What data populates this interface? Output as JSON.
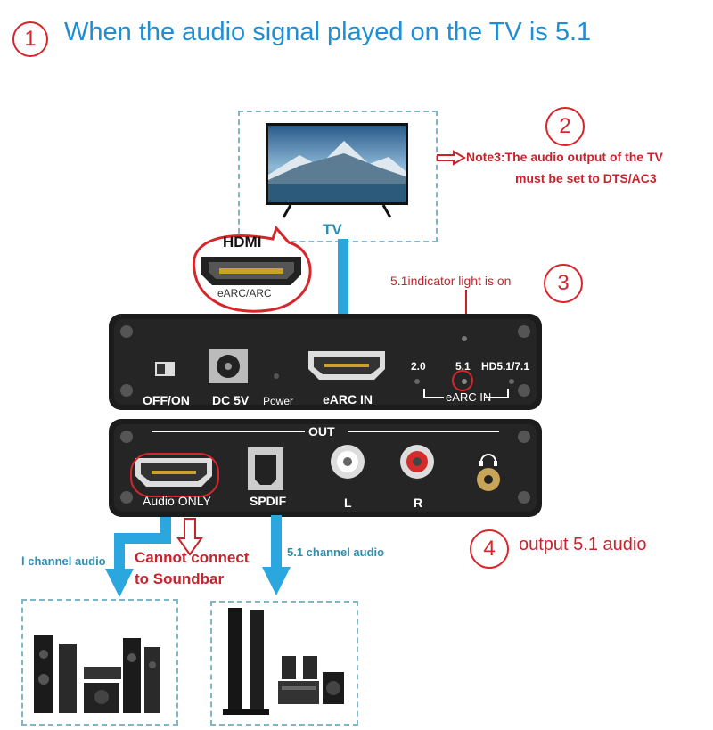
{
  "step1": {
    "num": "1",
    "text": "When the audio signal played on the TV is 5.1"
  },
  "step2": {
    "num": "2",
    "note_line1": "Note3:The audio output of the TV",
    "note_line2": "must be set to DTS/AC3"
  },
  "step3": {
    "num": "3",
    "text": "5.1indicator light is on"
  },
  "step4": {
    "num": "4",
    "text": "output 5.1 audio"
  },
  "tv": {
    "label": "TV"
  },
  "hdmi_badge": {
    "top": "HDMI",
    "bottom": "eARC/ARC"
  },
  "top_panel": {
    "switch_label": "OFF/ON",
    "power_in_label": "DC 5V",
    "power_led_label": "Power",
    "earc_port_label": "eARC IN",
    "led_20": "2.0",
    "led_51": "5.1",
    "led_hd": "HD5.1/7.1",
    "led_group_label": "eARC IN"
  },
  "bottom_panel": {
    "out_label": "OUT",
    "hdmi_out_label": "Audio ONLY",
    "spdif_label": "SPDIF",
    "left_label": "L",
    "right_label": "R"
  },
  "outputs": {
    "left_caption": "l channel audio",
    "warn_line1": "Cannot connect",
    "warn_line2": "to Soundbar",
    "right_caption": "5.1 channel audio"
  },
  "colors": {
    "accent_blue": "#1e8fd4",
    "warn_red": "#c8232c",
    "arrow_blue": "#2aa7df",
    "panel_dark": "#1c1c1c"
  }
}
